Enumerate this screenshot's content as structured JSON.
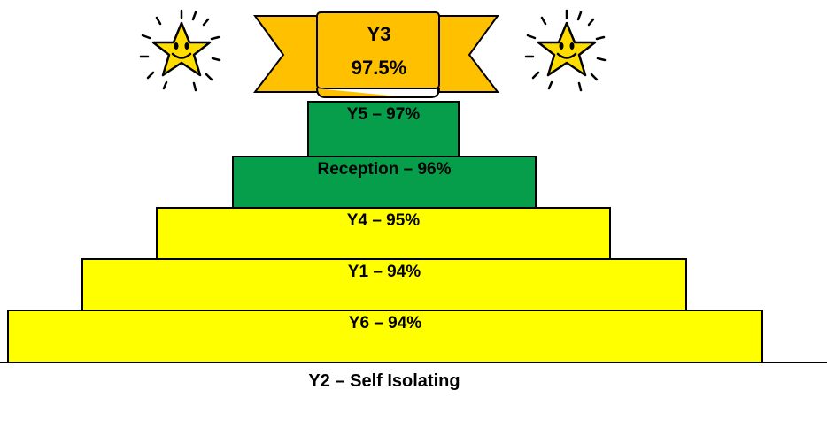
{
  "top_banner": {
    "class_name": "Y3",
    "percent": "97.5%"
  },
  "tiers": [
    {
      "label": "Y5 – 97%",
      "color": "#069e4b"
    },
    {
      "label": "Reception  – 96%",
      "color": "#069e4b"
    },
    {
      "label": "Y4 – 95%",
      "color": "#ffff00"
    },
    {
      "label": "Y1 – 94%",
      "color": "#ffff00"
    },
    {
      "label": "Y6 – 94%",
      "color": "#ffff00"
    }
  ],
  "footnote": "Y2  –  Self Isolating",
  "colors": {
    "banner": "#ffc000",
    "star": "#ffdd00",
    "outline": "#000000"
  },
  "icons": [
    "smiling-star-icon",
    "smiling-star-icon"
  ]
}
